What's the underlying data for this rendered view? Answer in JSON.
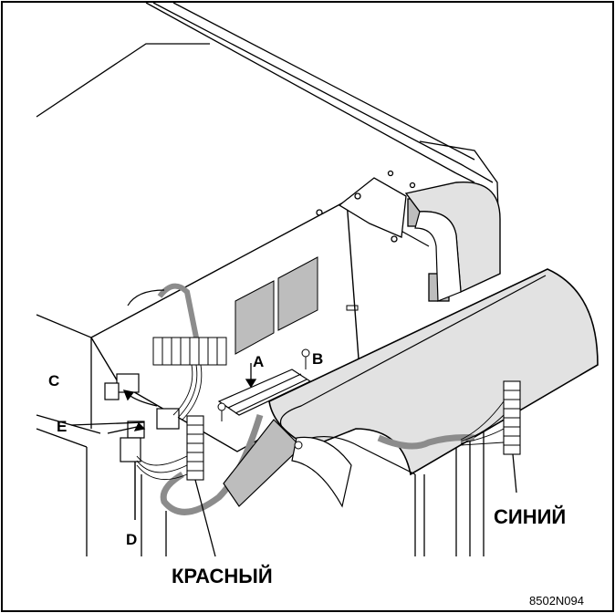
{
  "callouts": {
    "a": "A",
    "b": "B",
    "c": "C",
    "d": "D",
    "e": "E",
    "red": "КРАСНЫЙ",
    "blue": "СИНИЙ"
  },
  "figure_code": "8502N094",
  "colors": {
    "line": "#000000",
    "cover_fill": "#e2e2e2",
    "panel_fill": "#bdbdbd",
    "cable": "#8c8c8c",
    "background": "#ffffff"
  }
}
